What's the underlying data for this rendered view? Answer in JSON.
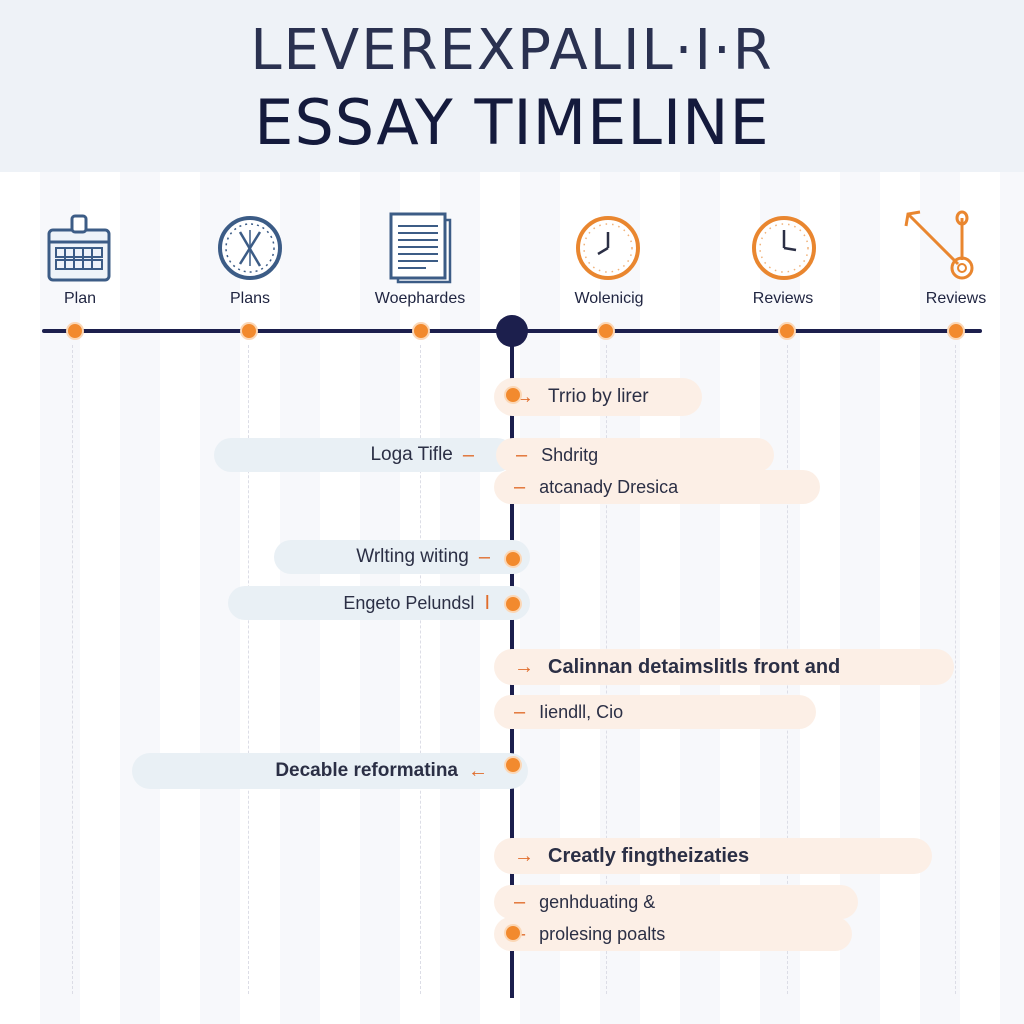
{
  "header": {
    "title_line1": "LEVEREXPALIL·I·R",
    "title_line2": "ESSAY TIMELINE"
  },
  "phases": [
    {
      "label": "Plan",
      "icon": "calendar-icon"
    },
    {
      "label": "Plans",
      "icon": "compass-clock-icon"
    },
    {
      "label": "Woephardes",
      "icon": "document-icon"
    },
    {
      "label": "Wolenicig",
      "icon": "clock-icon"
    },
    {
      "label": "Reviews",
      "icon": "clock-icon"
    },
    {
      "label": "Reviews",
      "icon": "arrow-tool-icon"
    }
  ],
  "tasks": [
    {
      "side": "right",
      "mark": "→",
      "text": "Trrio by lirer"
    },
    {
      "side": "left",
      "mark": "–",
      "text": "Loga Tifle"
    },
    {
      "side": "right",
      "mark": "–",
      "text": "Shdritg"
    },
    {
      "side": "right",
      "mark": "–",
      "text": "atcanady Dresica"
    },
    {
      "side": "left",
      "mark": "–",
      "text": "Wrlting witing"
    },
    {
      "side": "left",
      "mark": "I",
      "text": "Engeto Pelundsl"
    },
    {
      "side": "right",
      "mark": "→",
      "text": "Calinnan detaimslitls front and"
    },
    {
      "side": "right",
      "mark": "–",
      "text": "Iiendll, Cio"
    },
    {
      "side": "left",
      "mark": "←",
      "text": "Decable reformatina"
    },
    {
      "side": "right",
      "mark": "→",
      "text": "Creatly fingtheizaties"
    },
    {
      "side": "right",
      "mark": "–",
      "text": "genhduating &"
    },
    {
      "side": "right",
      "mark": "–",
      "text": "prolesing poalts"
    }
  ],
  "colors": {
    "accent": "#f28a2e",
    "navy": "#1c1f4d",
    "icon_blue": "#3c5c86",
    "pill_orange": "#fcefe6",
    "pill_blue": "#e9f0f5"
  }
}
